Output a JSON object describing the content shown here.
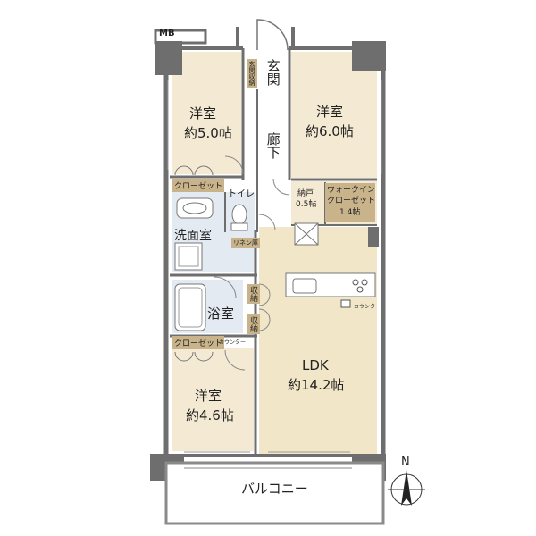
{
  "labels": {
    "mb": "MB",
    "entrance": "玄関",
    "entrance_storage": "玄関収納",
    "hallway": "廊下",
    "room1_name": "洋室",
    "room1_size": "約5.0帖",
    "room2_name": "洋室",
    "room2_size": "約6.0帖",
    "room3_name": "洋室",
    "room3_size": "約4.6帖",
    "closet1": "クローゼット",
    "closet2": "クローゼット",
    "toilet": "トイレ",
    "storage_name": "納戸",
    "storage_size": "0.5帖",
    "wic_line1": "ウォークイン",
    "wic_line2": "クローゼット",
    "wic_size": "1.4帖",
    "washroom": "洗面室",
    "linen": "リネン庫",
    "bath": "浴室",
    "storage_a": "収納",
    "storage_b": "収納",
    "counter1": "カウンター",
    "counter2": "カウンター",
    "ldk_name": "LDK",
    "ldk_size": "約14.2帖",
    "balcony": "バルコニー",
    "north": "N"
  },
  "colors": {
    "wall": "#6e6e6e",
    "room_floor": "#f4ead3",
    "ldk_floor": "#f2e6c8",
    "wet_floor": "#e3eaf1",
    "closet_tag": "#c9b38a",
    "balcony_floor": "#ffffff"
  }
}
